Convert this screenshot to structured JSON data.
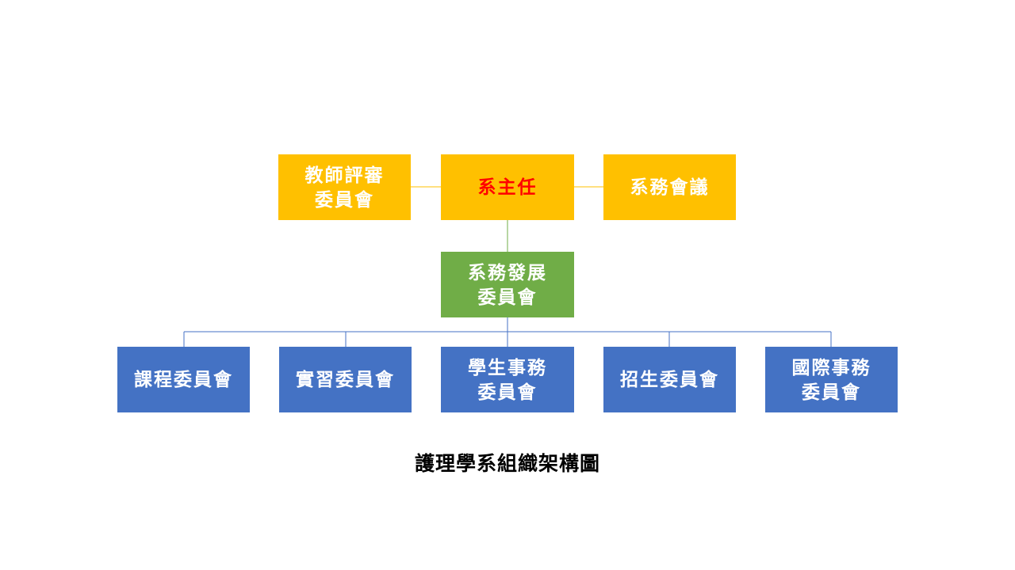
{
  "nodes": {
    "head": {
      "label": "系主任",
      "text_color": "#ff0000"
    },
    "faculty_review": {
      "label": "教師評審\n委員會"
    },
    "dept_meeting": {
      "label": "系務會議"
    },
    "development": {
      "label": "系務發展\n委員會"
    },
    "curriculum": {
      "label": "課程委員會"
    },
    "internship": {
      "label": "實習委員會"
    },
    "student_affairs": {
      "label": "學生事務\n委員會"
    },
    "admissions": {
      "label": "招生委員會"
    },
    "international": {
      "label": "國際事務\n委員會"
    }
  },
  "caption": "護理學系組織架構圖",
  "colors": {
    "top_row": "#ffc000",
    "middle": "#70ad47",
    "bottom_row": "#4472c4",
    "connector_top": "#ffc000",
    "connector_mid": "#70ad47",
    "connector_bottom": "#4472c4"
  }
}
